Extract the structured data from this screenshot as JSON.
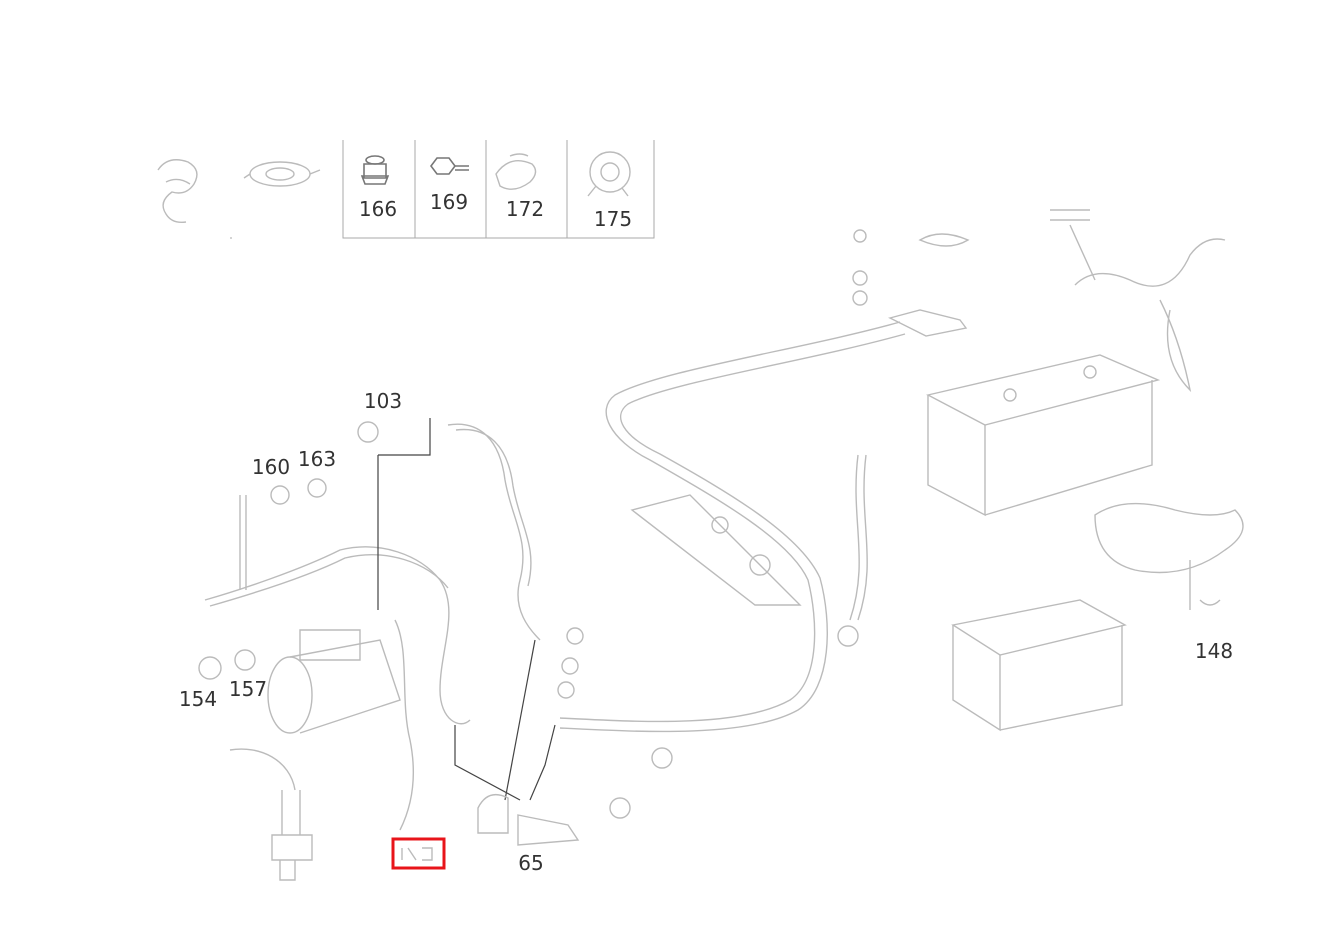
{
  "legend_strip": {
    "items": [
      {
        "label": "166"
      },
      {
        "label": "169"
      },
      {
        "label": "172"
      },
      {
        "label": "175"
      }
    ]
  },
  "callouts": {
    "c103": "103",
    "c160": "160",
    "c163": "163",
    "c154": "154",
    "c157": "157",
    "c148": "148",
    "c65": "65"
  },
  "colors": {
    "highlight": "#e8141a",
    "line": "#777777"
  }
}
